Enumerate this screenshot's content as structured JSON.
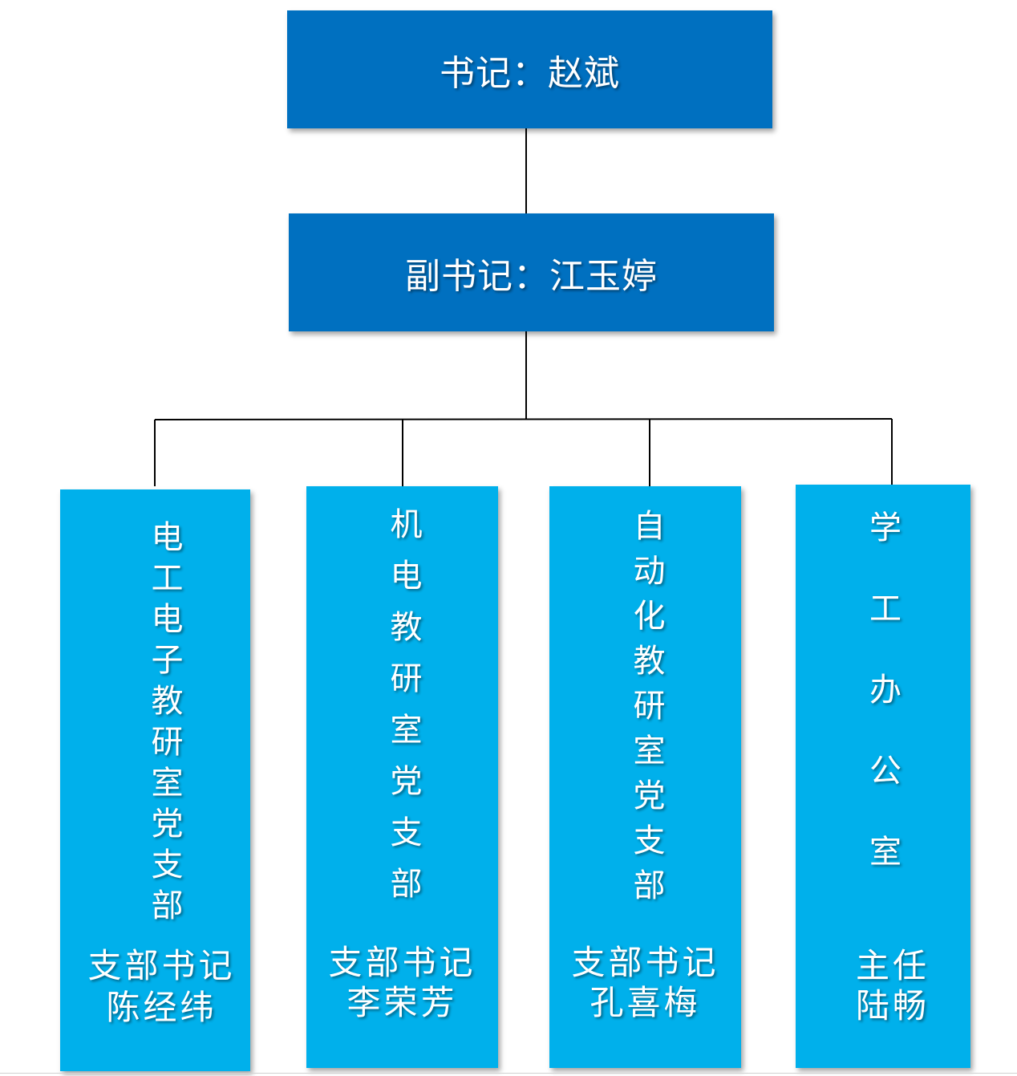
{
  "secretary": {
    "label": "书记：赵斌"
  },
  "deputy": {
    "label": "副书记：江玉婷"
  },
  "units": [
    {
      "title": "电工电子教研室党支部",
      "role": "支部书记",
      "person": "陈经纬"
    },
    {
      "title": "机电教研室党支部",
      "role": "支部书记",
      "person": "李荣芳"
    },
    {
      "title": "自动化教研室党支部",
      "role": "支部书记",
      "person": "孔喜梅"
    },
    {
      "title": "学工办公室",
      "role": "主任",
      "person": "陆畅"
    }
  ],
  "colors": {
    "top_box": "#0070c0",
    "unit_box": "#00b0eb",
    "connector": "#000000"
  }
}
